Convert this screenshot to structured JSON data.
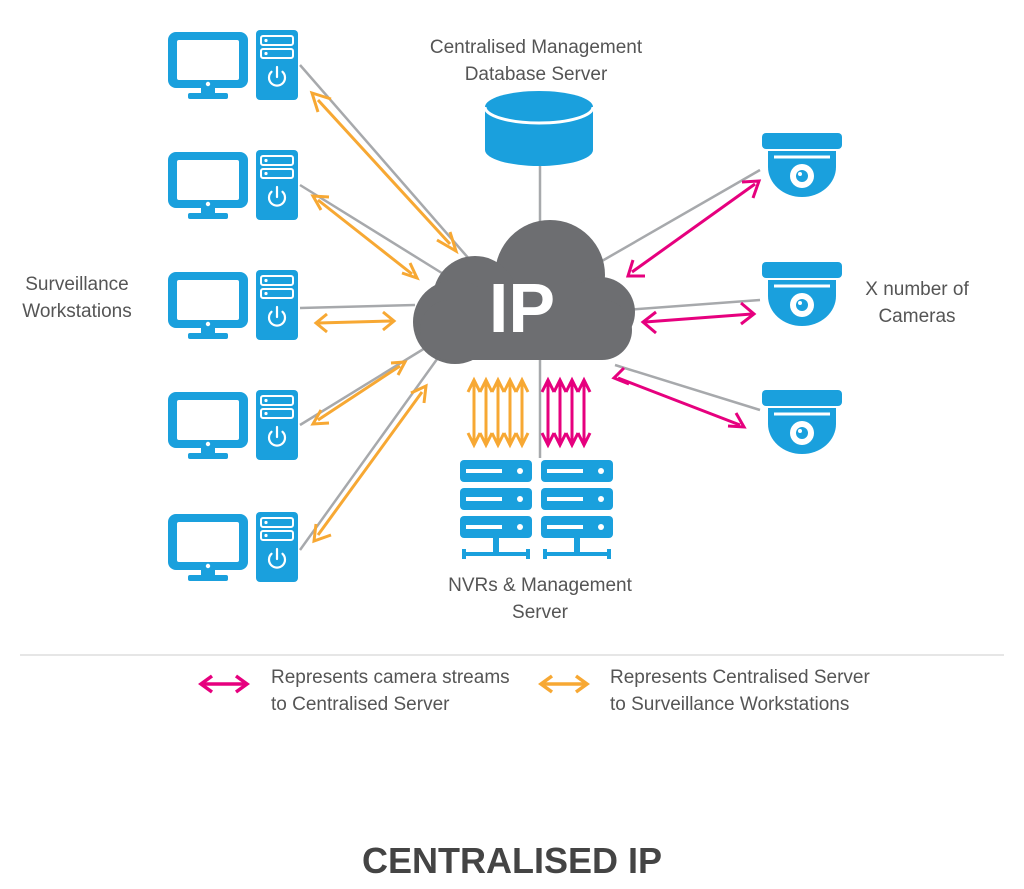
{
  "labels": {
    "database": [
      "Centralised Management",
      "Database Server"
    ],
    "workstations": [
      "Surveillance",
      "Workstations"
    ],
    "cameras": [
      "X number of",
      "Cameras"
    ],
    "nvrs": [
      "NVRs & Management",
      "Server"
    ],
    "cloud": "IP"
  },
  "legend": {
    "camera_streams": [
      "Represents camera streams",
      "to Centralised Server"
    ],
    "server_workstations": [
      "Represents Centralised Server",
      "to Surveillance Workstations"
    ]
  },
  "title": "CENTRALISED IP",
  "colors": {
    "device_blue": "#1aa0dd",
    "cloud_gray": "#6d6e71",
    "camera_arrow": "#e6007e",
    "workstation_arrow": "#f7a833",
    "connector_line": "#a7a9ac"
  },
  "icons": {
    "workstation": "desktop-computer-icon",
    "camera": "dome-camera-icon",
    "database": "database-icon",
    "server": "server-rack-icon",
    "cloud": "cloud-icon"
  }
}
